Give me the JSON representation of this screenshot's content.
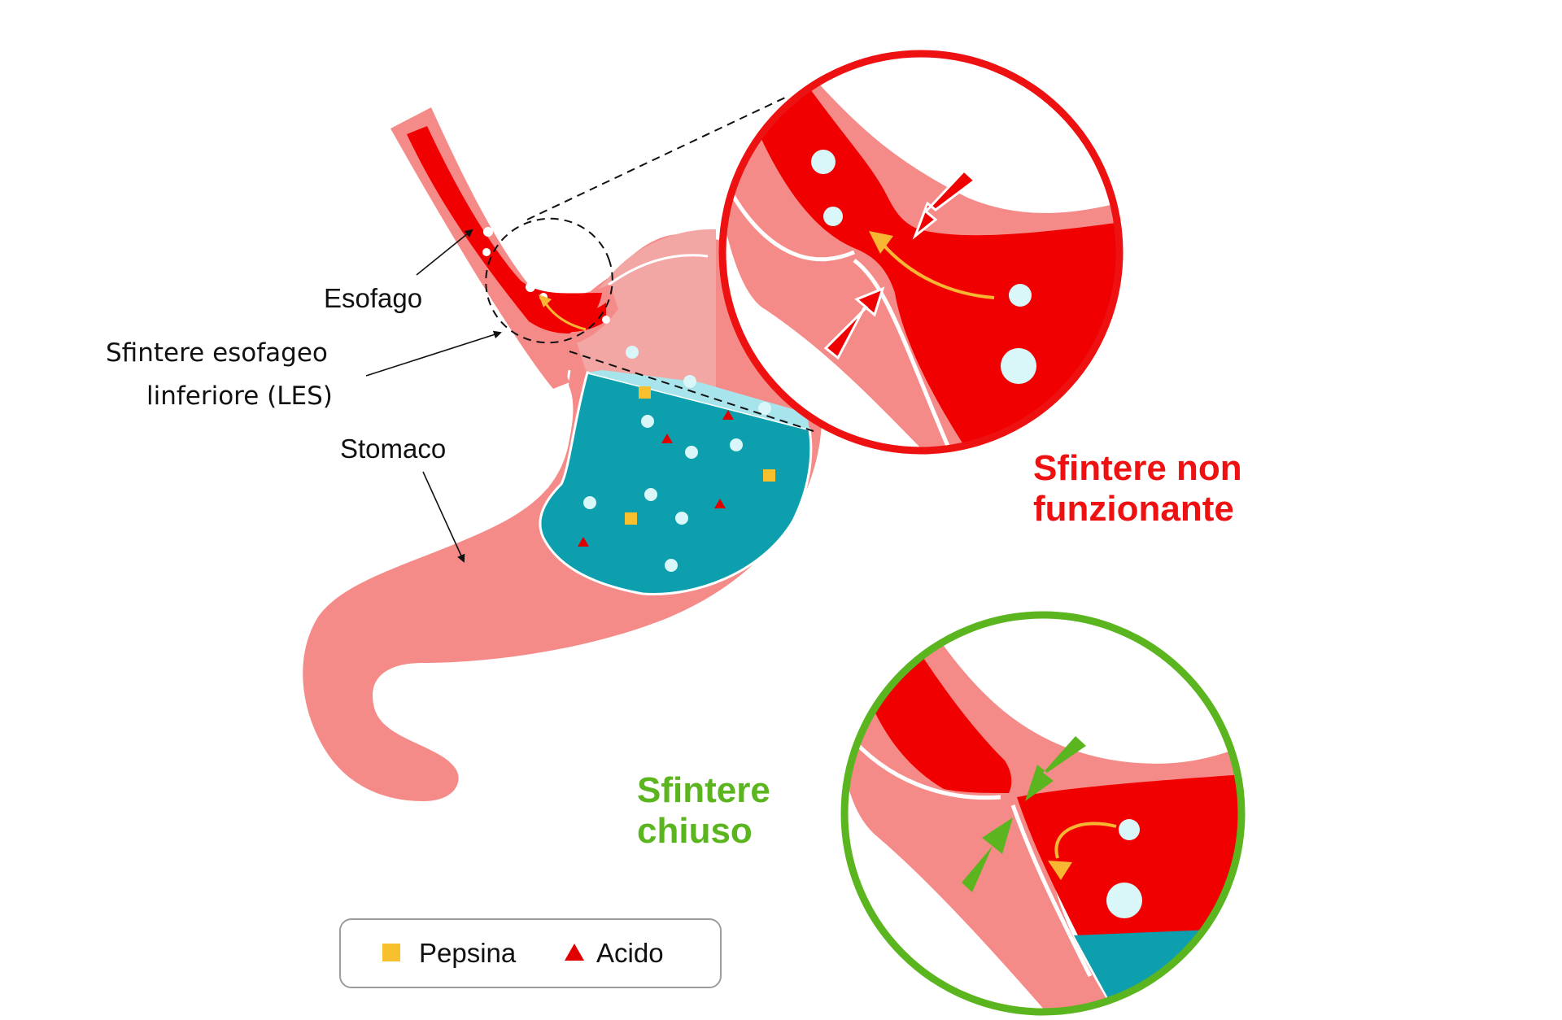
{
  "labels": {
    "esophagus": "Esofago",
    "les_line1": "Sfintere esofageo",
    "les_line2": "linferiore (LES)",
    "stomach": "Stomaco"
  },
  "states": {
    "non_functioning_line1": "Sfintere non",
    "non_functioning_line2": "funzionante",
    "closed_line1": "Sfintere",
    "closed_line2": "chiuso"
  },
  "legend": {
    "pepsin": "Pepsina",
    "acid": "Acido"
  },
  "colors": {
    "tissue": "#F58B88",
    "tissue_light": "#F2A7A4",
    "lumen": "#F00000",
    "gastric_fluid": "#0E9FAE",
    "fluid_light": "#A8E4EC",
    "bubble": "#D9F6F8",
    "pepsin": "#F9C02E",
    "acid": "#E00000",
    "non_functioning": "#EE1111",
    "closed": "#5BB51F",
    "reflux_arrow": "#F7B733"
  }
}
